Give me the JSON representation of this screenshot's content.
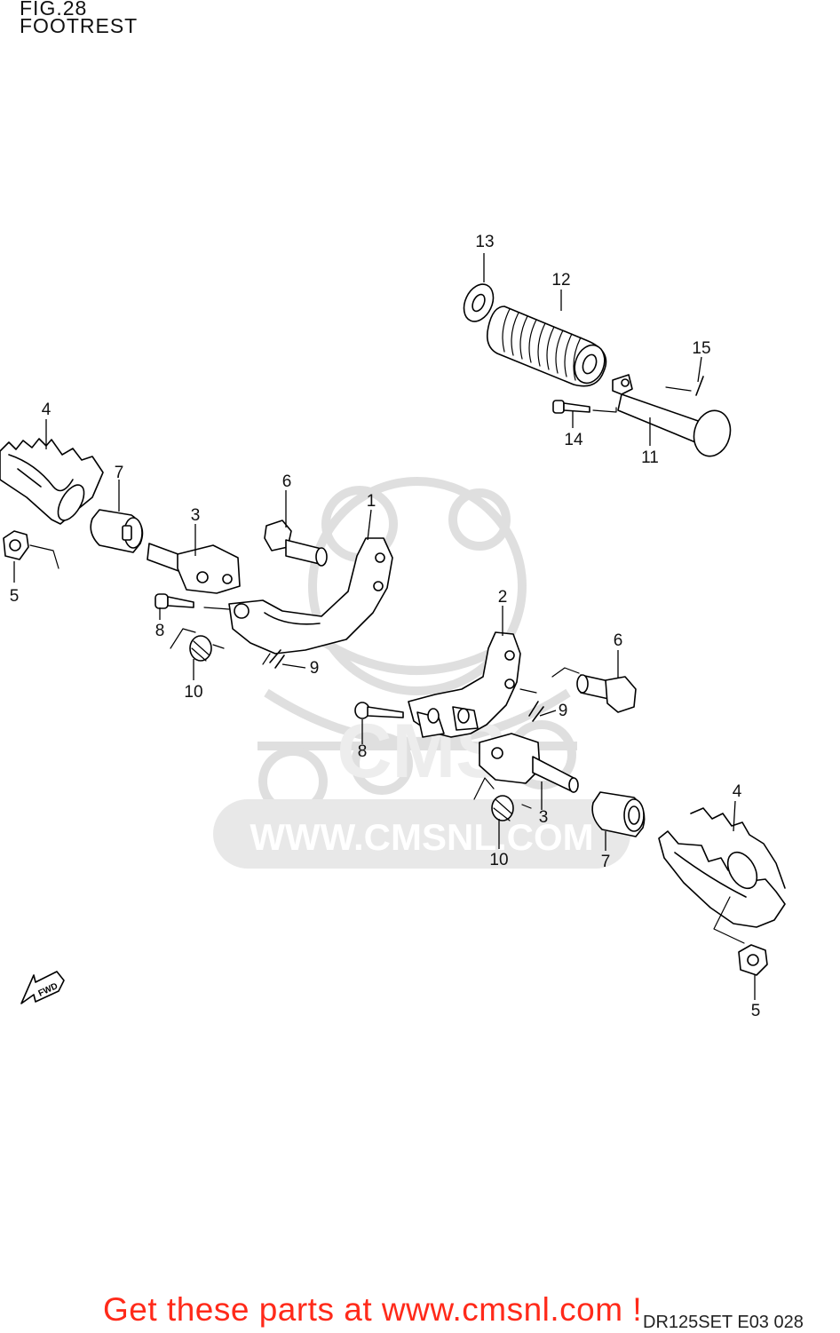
{
  "header": {
    "fig_number": "FIG.28",
    "fig_title": "FOOTREST"
  },
  "watermark": {
    "url_text": "WWW.CMSNL.COM",
    "logo_text": "CMS"
  },
  "direction_badge": "FWD",
  "callouts": [
    "13",
    "12",
    "15",
    "14",
    "11",
    "4",
    "7",
    "6",
    "1",
    "3",
    "5",
    "8",
    "10",
    "9",
    "2",
    "6",
    "9",
    "8",
    "3",
    "10",
    "4",
    "7",
    "5"
  ],
  "footer": {
    "cta_text": "Get these parts at www.cmsnl.com !",
    "model_code": "DR125SET E03  028"
  },
  "colors": {
    "line": "#000000",
    "watermark": "#dcdcdc",
    "cta": "#ff2a1a"
  }
}
